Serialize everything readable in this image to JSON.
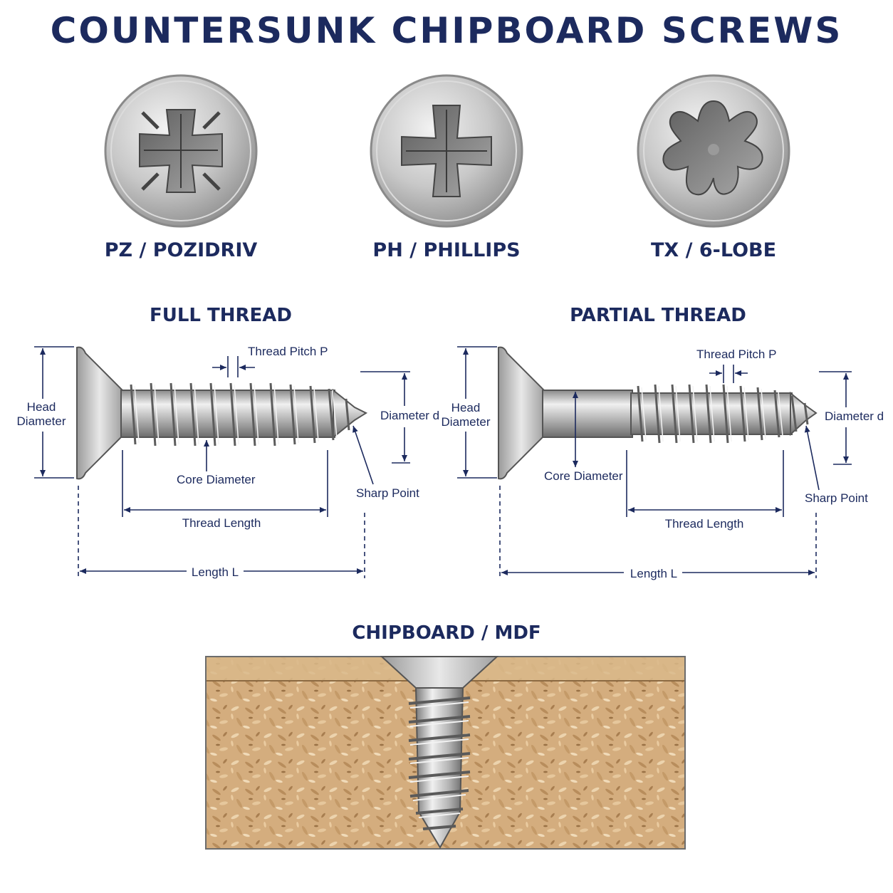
{
  "title": "COUNTERSUNK CHIPBOARD SCREWS",
  "drives": [
    {
      "label": "PZ / POZIDRIV",
      "icon": "pozidriv-head-icon"
    },
    {
      "label": "PH / PHILLIPS",
      "icon": "phillips-head-icon"
    },
    {
      "label": "TX / 6-LOBE",
      "icon": "torx-head-icon"
    }
  ],
  "full_thread": {
    "title": "FULL THREAD",
    "head_diameter_line1": "Head",
    "head_diameter_line2": "Diameter",
    "thread_pitch": "Thread Pitch P",
    "diameter": "Diameter d",
    "core_diameter": "Core Diameter",
    "sharp_point": "Sharp Point",
    "thread_length": "Thread Length",
    "length": "Length L"
  },
  "partial_thread": {
    "title": "PARTIAL THREAD",
    "head_diameter_line1": "Head",
    "head_diameter_line2": "Diameter",
    "thread_pitch": "Thread Pitch P",
    "diameter": "Diameter d",
    "core_diameter": "Core Diameter",
    "sharp_point": "Sharp Point",
    "thread_length": "Thread Length",
    "length": "Length L"
  },
  "material": {
    "title": "CHIPBOARD / MDF"
  },
  "colors": {
    "navy": "#1c2a5e",
    "steel_light": "#e6e6e6",
    "steel_dark": "#7c7c7c",
    "chipboard": "#d2ab7b"
  }
}
